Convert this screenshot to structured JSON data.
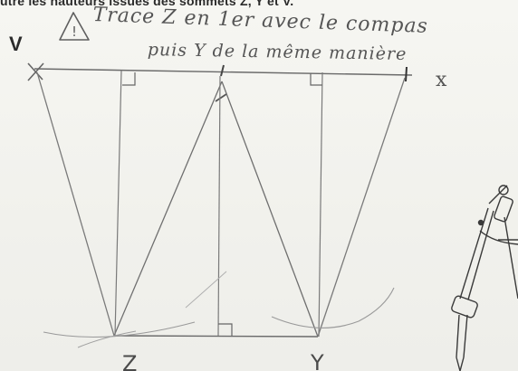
{
  "header_text": "utre les hauteurs issues des sommets Z, Y et V.",
  "note": {
    "warning_glyph": "!",
    "line1": "Trace Z en 1er avec le compas",
    "line2": "puis Y de la même manière"
  },
  "labels": {
    "v": "V",
    "x": "x",
    "z": "Z",
    "y": "Y"
  },
  "icons": [
    "warning-icon",
    "compass-icon"
  ]
}
